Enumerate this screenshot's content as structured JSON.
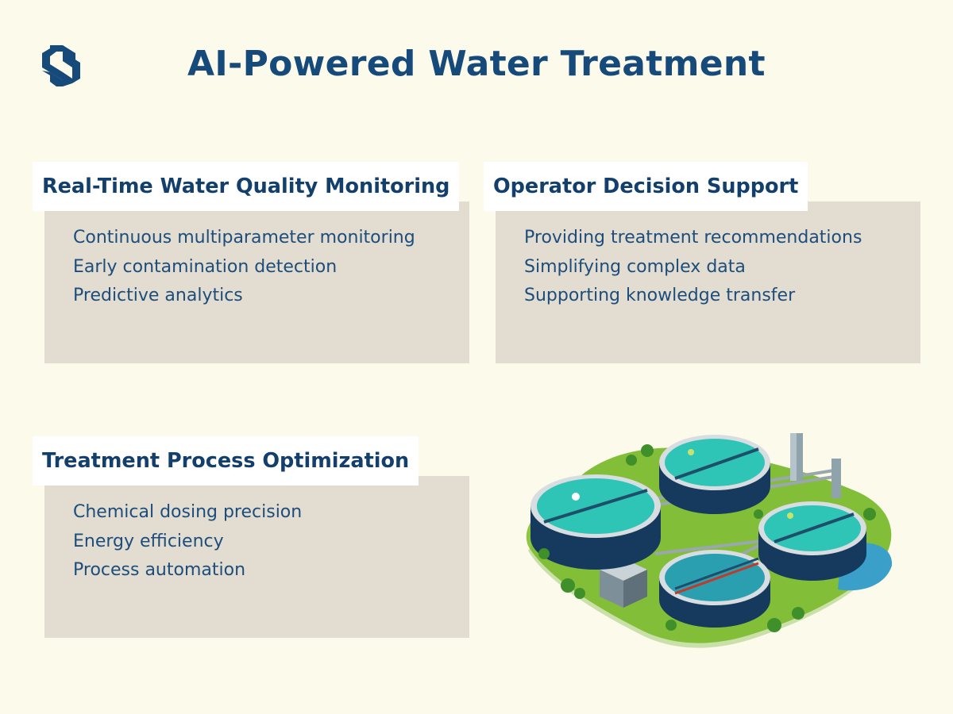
{
  "header": {
    "title": "AI-Powered Water Treatment",
    "logo_icon": "brand-s-logo-icon"
  },
  "colors": {
    "background": "#fbfaeb",
    "primary": "#164a7a",
    "panel": "#e2ddd0",
    "tab": "#ffffff"
  },
  "cards": [
    {
      "title": "Real-Time Water Quality Monitoring",
      "items": [
        "Continuous multiparameter monitoring",
        "Early contamination detection",
        "Predictive analytics"
      ]
    },
    {
      "title": "Operator Decision Support",
      "items": [
        "Providing treatment recommendations",
        "Simplifying complex data",
        "Supporting knowledge transfer"
      ]
    },
    {
      "title": "Treatment Process Optimization",
      "items": [
        "Chemical dosing precision",
        "Energy efficiency",
        "Process automation"
      ]
    }
  ],
  "illustration": {
    "icon": "water-treatment-plant-illustration"
  }
}
